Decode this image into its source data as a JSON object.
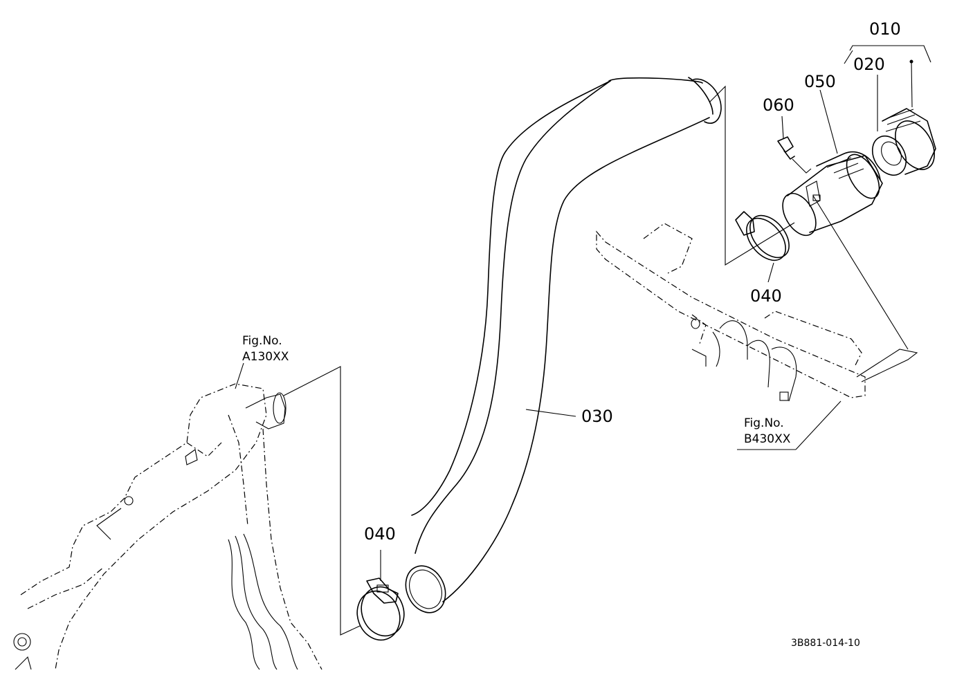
{
  "diagram": {
    "drawing_code": "3B881-014-10",
    "part_labels": {
      "p010": "010",
      "p020": "020",
      "p030": "030",
      "p040_upper": "040",
      "p040_lower": "040",
      "p050": "050",
      "p060": "060"
    },
    "figure_refs": {
      "left": {
        "line1": "Fig.No.",
        "line2": "A130XX"
      },
      "right": {
        "line1": "Fig.No.",
        "line2": "B430XX"
      }
    }
  }
}
